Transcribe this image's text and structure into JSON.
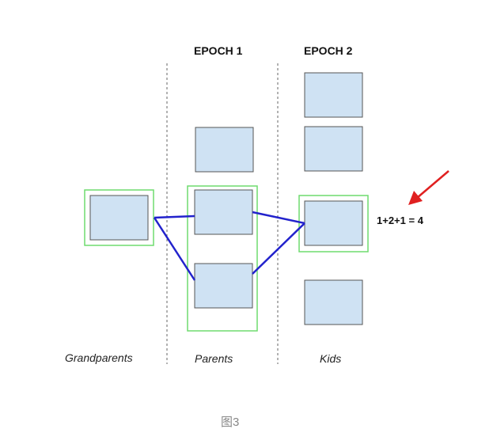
{
  "headers": {
    "epoch1": "EPOCH 1",
    "epoch2": "EPOCH 2"
  },
  "generations": {
    "grandparents": "Grandparents",
    "parents": "Parents",
    "kids": "Kids"
  },
  "equation": "1+2+1 = 4",
  "caption": "图3",
  "colors": {
    "box_fill": "#cfe2f3",
    "box_stroke": "#555555",
    "highlight": "#6fdc6f",
    "link": "#2222cc",
    "arrow": "#e02020",
    "divider": "#666666"
  }
}
